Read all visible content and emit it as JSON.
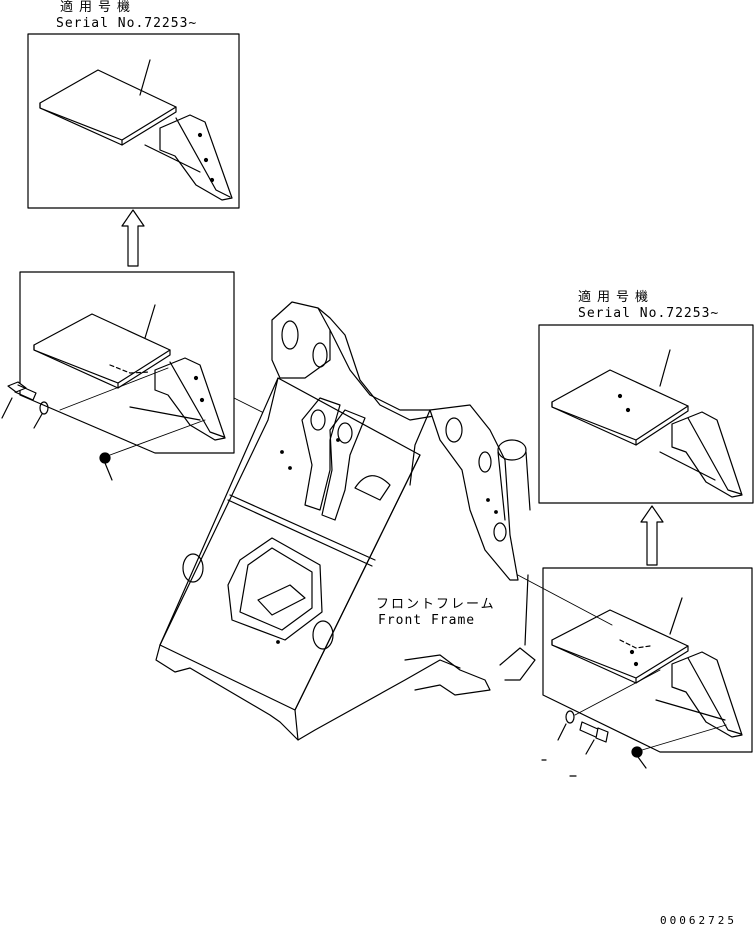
{
  "top_left_callout": {
    "applicable_label_jp": "適用号機",
    "serial_label": "Serial No.72253~"
  },
  "right_callout": {
    "applicable_label_jp": "適用号機",
    "serial_label": "Serial No.72253~"
  },
  "frame_label": {
    "jp": "フロントフレーム",
    "en": "Front Frame"
  },
  "drawing_code": "00062725",
  "colors": {
    "line": "#000000",
    "background": "#ffffff"
  }
}
